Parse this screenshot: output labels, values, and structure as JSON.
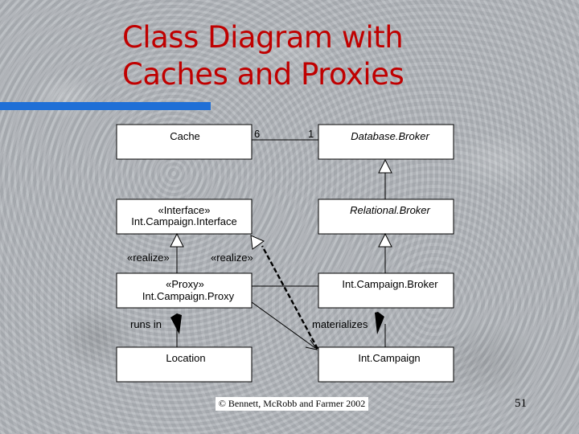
{
  "slide": {
    "title_line1": "Class Diagram with",
    "title_line2": "Caches and Proxies",
    "footer": "© Bennett, McRobb and Farmer 2002",
    "page_number": "51",
    "title_color": "#c00000",
    "accent_bar_color": "#1f6fd6"
  },
  "diagram": {
    "classes": {
      "cache": "Cache",
      "database_broker": "Database.Broker",
      "interface_stereotype": "«Interface»",
      "interface_name": "Int.Campaign.Interface",
      "relational_broker": "Relational.Broker",
      "proxy_stereotype": "«Proxy»",
      "proxy_name": "Int.Campaign.Proxy",
      "int_campaign_broker": "Int.Campaign.Broker",
      "location": "Location",
      "int_campaign": "Int.Campaign"
    },
    "multiplicity": {
      "cache_end": "6",
      "broker_end": "1"
    },
    "relations": {
      "realize_left": "«realize»",
      "realize_right": "«realize»",
      "runs_in": "runs in",
      "materializes": "materializes"
    }
  }
}
